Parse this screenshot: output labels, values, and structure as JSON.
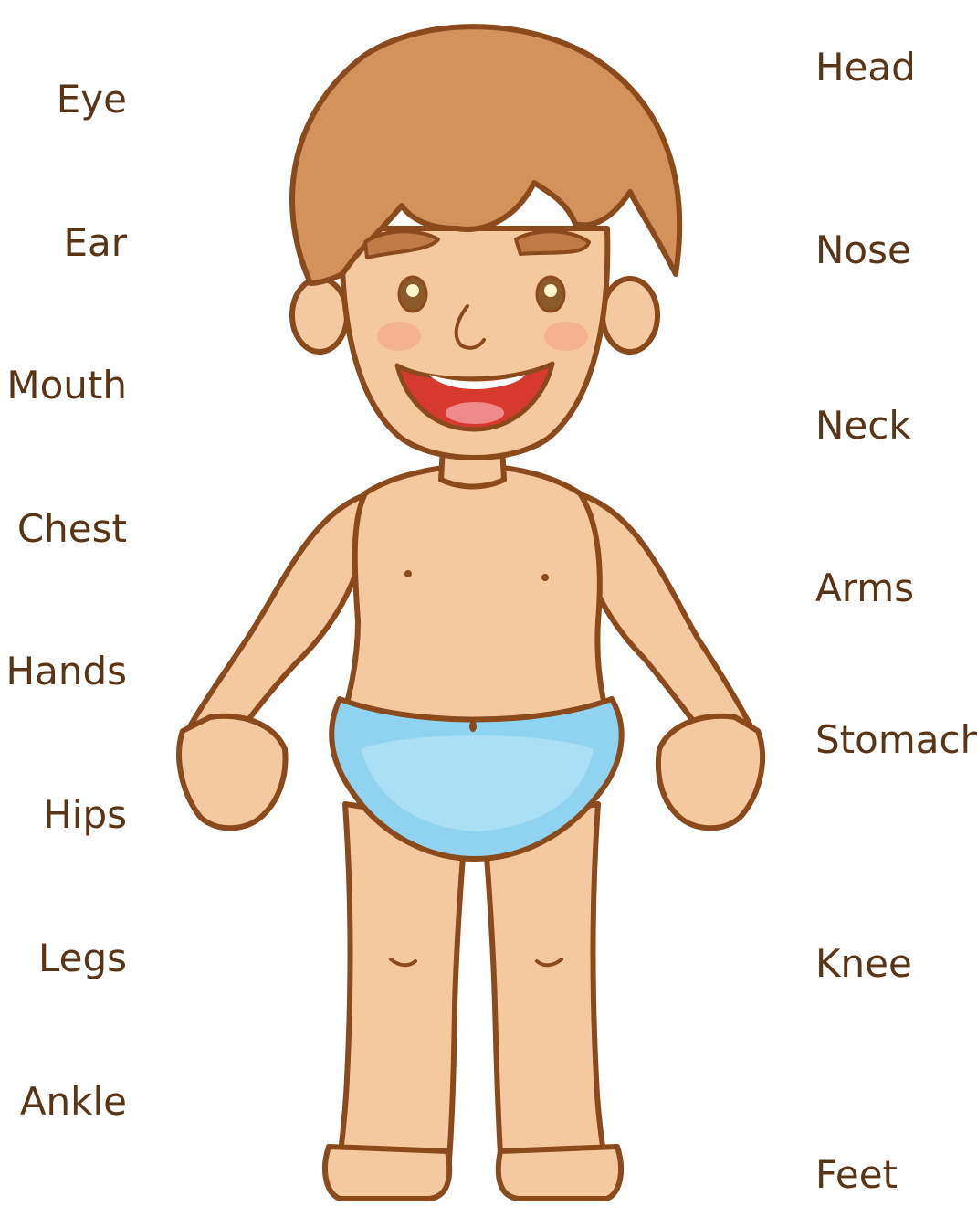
{
  "labels": {
    "left": [
      "Eye",
      "Ear",
      "Mouth",
      "Chest",
      "Hands",
      "Hips",
      "Legs",
      "Ankle"
    ],
    "right": [
      "Head",
      "Nose",
      "Neck",
      "Arms",
      "Stomach",
      "Knee",
      "Feet"
    ]
  },
  "colors": {
    "label_text": "#5a3416",
    "outline": "#8a4a1c",
    "skin": "#f5c9a0",
    "hair": "#d4925a",
    "diaper": "#8fd3f0",
    "mouth": "#d63a2e",
    "cheek": "#f2a98a"
  }
}
